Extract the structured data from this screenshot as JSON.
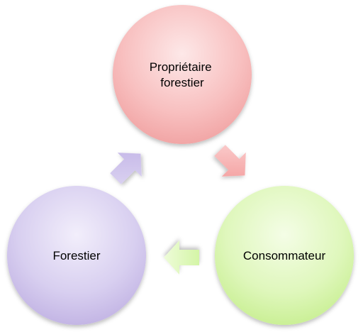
{
  "diagram": {
    "nodes": [
      {
        "id": "owner",
        "lines": [
          "Propriétaire",
          "forestier"
        ],
        "color": "#f4a7a7"
      },
      {
        "id": "consumer",
        "lines": [
          "Consommateur"
        ],
        "color": "#cdf39a"
      },
      {
        "id": "forester",
        "lines": [
          "Forestier"
        ],
        "color": "#c4b6e6"
      }
    ],
    "arrows": [
      {
        "from": "owner",
        "to": "consumer",
        "color": "#f5a3a3"
      },
      {
        "from": "consumer",
        "to": "forester",
        "color": "#dcf8b4"
      },
      {
        "from": "forester",
        "to": "owner",
        "color": "#cdc2ea"
      }
    ]
  }
}
